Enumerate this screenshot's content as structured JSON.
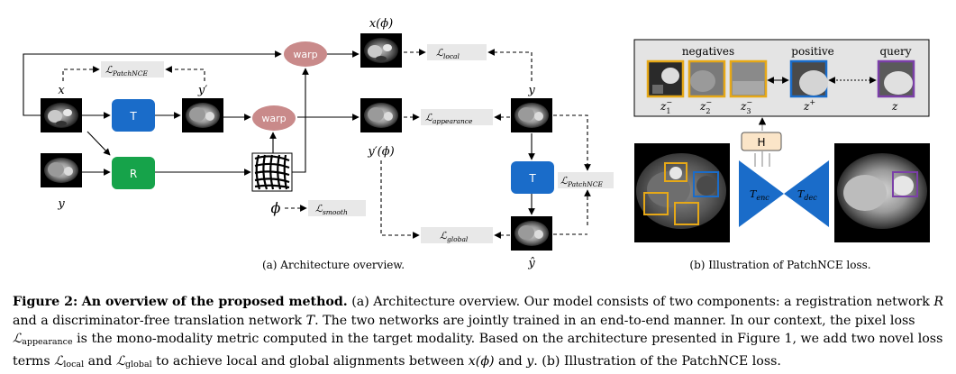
{
  "panel_a": {
    "caption": "(a) Architecture overview.",
    "nodes": {
      "x": "x",
      "y_prime": "y′",
      "y_input": "y",
      "y_target": "y",
      "x_phi": "x(ϕ)",
      "y_prime_phi": "y′(ϕ)",
      "y_hat": "ŷ",
      "phi": "ϕ",
      "T": "T",
      "R": "R",
      "T2": "T",
      "warp1": "warp",
      "warp2": "warp"
    },
    "losses": {
      "patchnce_top": {
        "base": "ℒ",
        "sub": "PatchNCE"
      },
      "local": {
        "base": "ℒ",
        "sub": "local"
      },
      "appearance": {
        "base": "ℒ",
        "sub": "appearance"
      },
      "patchnce_right": {
        "base": "ℒ",
        "sub": "PatchNCE"
      },
      "global": {
        "base": "ℒ",
        "sub": "global"
      },
      "smooth": {
        "base": "ℒ",
        "sub": "smooth"
      }
    }
  },
  "panel_b": {
    "caption": "(b) Illustration of PatchNCE loss.",
    "negatives_label": "negatives",
    "positive_label": "positive",
    "query_label": "query",
    "z1": "z",
    "z1_sub": "1",
    "z1_sup": "−",
    "z2": "z",
    "z2_sub": "2",
    "z2_sup": "−",
    "z3": "z",
    "z3_sub": "3",
    "z3_sup": "−",
    "zp": "z",
    "zp_sup": "+",
    "zq": "z",
    "H": "H",
    "t_enc": "T",
    "t_enc_sub": "enc",
    "t_dec": "T",
    "t_dec_sub": "dec"
  },
  "caption": {
    "fig_label": "Figure 2:",
    "bold": "An overview of the proposed method.",
    "text1": " (a) Architecture overview. Our model consists of two components: a registration network ",
    "R": "R",
    "text2": " and a discriminator-free translation network ",
    "T": "T",
    "text3": ". The two networks are jointly trained in an end-to-end manner. In our context, the pixel loss ",
    "L": "ℒ",
    "sub_appearance": "appearance",
    "text4": " is the mono-modality metric computed in the target modality. Based on the architecture presented in Figure 1, we add two novel loss terms ",
    "sub_local": "local",
    "text5": " and ",
    "sub_global": "global",
    "text6": " to achieve local and global alignments between ",
    "x_phi": "x(ϕ)",
    "text7": " and ",
    "y": "y",
    "text8": ". (b) Illustration of the PatchNCE loss."
  },
  "colors": {
    "T_block": "#1a6cc9",
    "R_block": "#16a34a",
    "warp": "#c98a8a",
    "loss_box": "#e8e8e8",
    "neg_border": "#e6a817",
    "pos_border": "#1a6cc9",
    "query_border": "#7b3fa8",
    "H_box": "#fbe5c8",
    "panel_b_bg": "#e4e4e4"
  }
}
